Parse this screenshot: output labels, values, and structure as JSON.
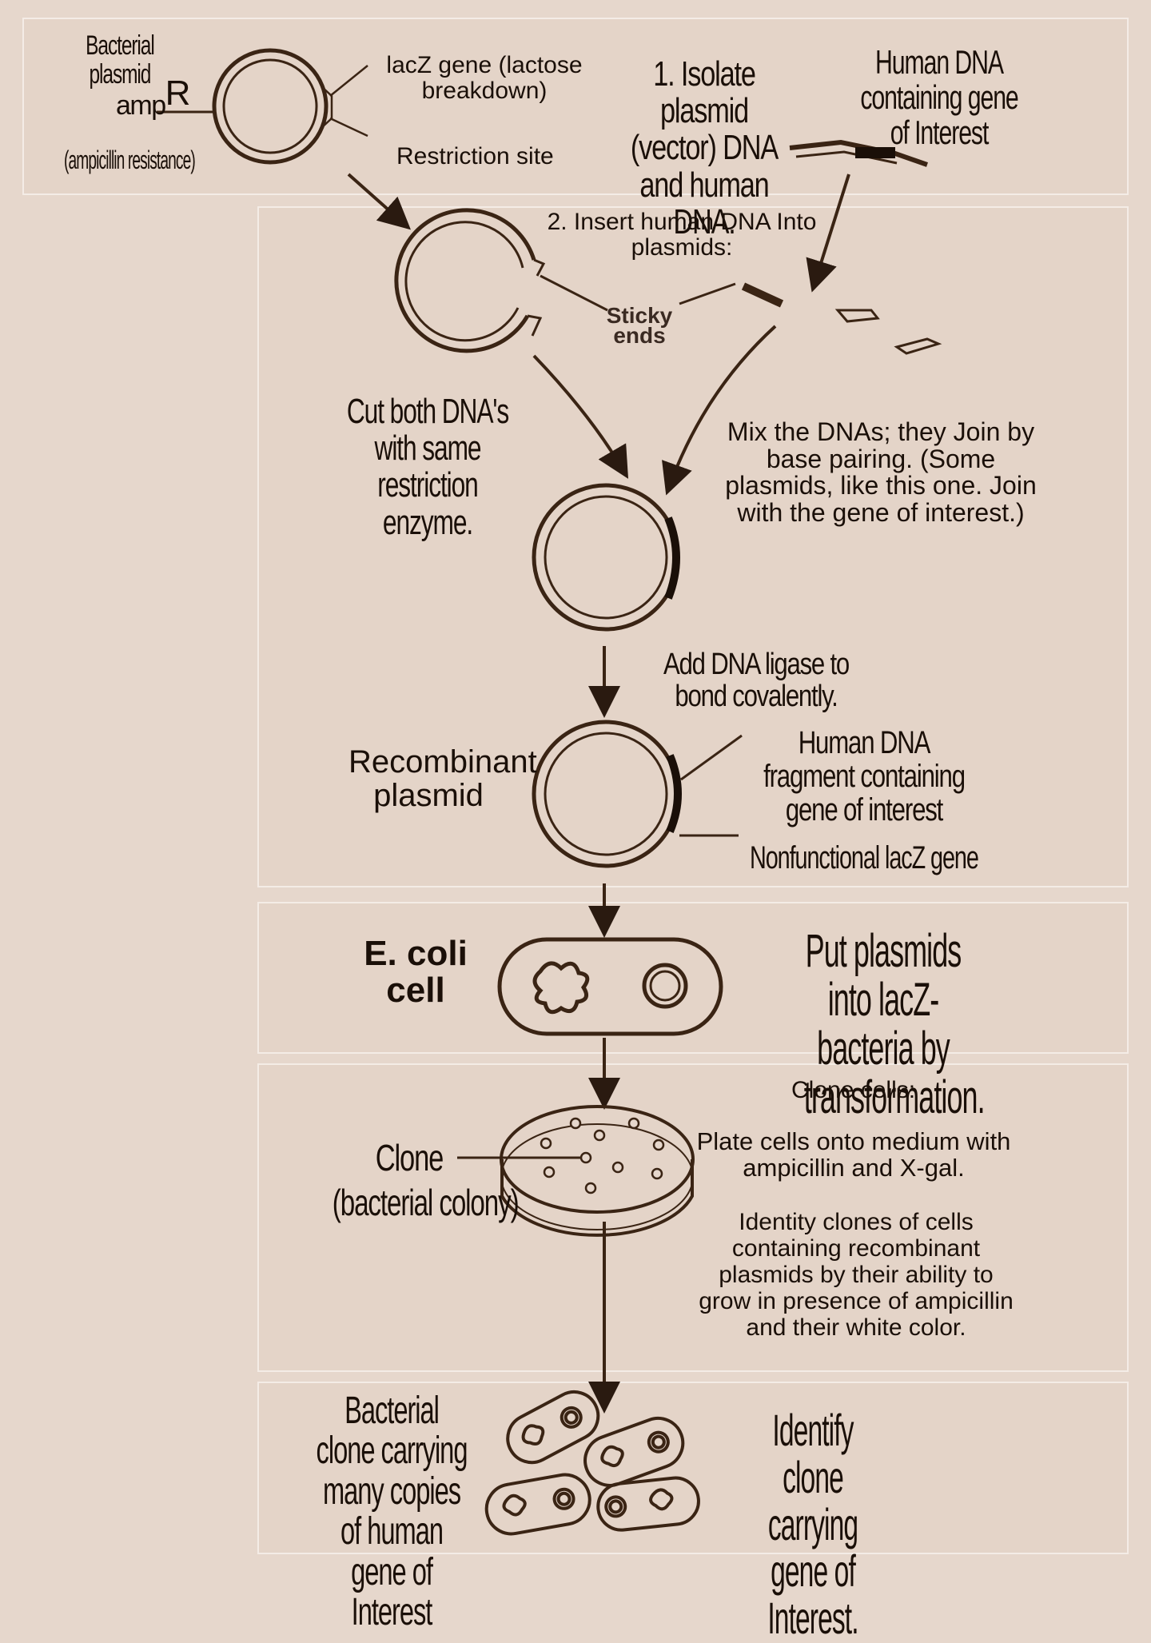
{
  "step1": {
    "plasmid_label": "Bacterial plasmid",
    "amp_label": "amp",
    "amp_superscript": "R",
    "amp_desc": "(ampicillin resistance)",
    "lacz_label": "lacZ gene (lactose breakdown)",
    "restriction_label": "Restriction site",
    "step_text": "1.  Isolate plasmid (vector) DNA and human DNA.",
    "human_dna_label": "Human DNA containing gene of Interest"
  },
  "step2": {
    "title": "2. Insert human DNA Into plasmids:",
    "sticky_ends": "Sticky ends",
    "cut_text": "Cut both DNA's with same restriction enzyme.",
    "mix_text": "Mix the DNAs; they Join by base pairing. (Some plasmids, like this one. Join with the gene of interest.)",
    "ligase_text": "Add DNA ligase to bond covalently.",
    "recombinant_label": "Recombinant plasmid",
    "fragment_label": "Human DNA fragment containing gene of interest",
    "nonfunctional_label": "Nonfunctional lacZ gene"
  },
  "step3": {
    "ecoli_label": "E. coli cell",
    "transform_text": "Put plasmids into lacZ- bacteria by transformation."
  },
  "step4": {
    "clone_cells_title": "Clone cells:",
    "plate_text": "Plate cells onto medium with ampicillin and X-gal.",
    "identify_text": "Identity clones of cells containing recombinant plasmids by their ability to grow in presence of ampicillin and their white color.",
    "clone_label": "Clone",
    "colony_label": "(bacterial colony)"
  },
  "step5": {
    "carrying_text": "Bacterial clone carrying many copies of human gene of Interest",
    "identify_clone_text": "Identify clone carrying gene of Interest."
  },
  "colors": {
    "background": "#e6d7cc",
    "ink": "#1a0f08",
    "line": "#3a2414",
    "panel_border": "#f4ece6"
  }
}
